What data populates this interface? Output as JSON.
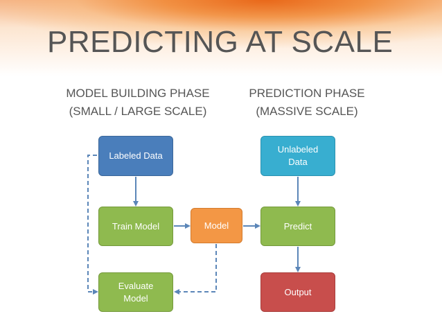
{
  "slide": {
    "title": "PREDICTING AT SCALE",
    "phases": {
      "building": {
        "line1": "MODEL BUILDING PHASE",
        "line2": "(SMALL / LARGE SCALE)"
      },
      "prediction": {
        "line1": "PREDICTION PHASE",
        "line2": "(MASSIVE SCALE)"
      }
    }
  },
  "nodes": {
    "labeled_data": "Labeled Data",
    "train_model": "Train Model",
    "evaluate_model": "Evaluate Model",
    "model": "Model",
    "unlabeled_data": "Unlabeled Data",
    "predict": "Predict",
    "output": "Output"
  },
  "colors": {
    "arrow": "#5b86b8",
    "labeled_data": "#4a7ebb",
    "train": "#8fba4f",
    "model": "#f39745",
    "unlabeled_data": "#38aed0",
    "output": "#c84e4c"
  }
}
